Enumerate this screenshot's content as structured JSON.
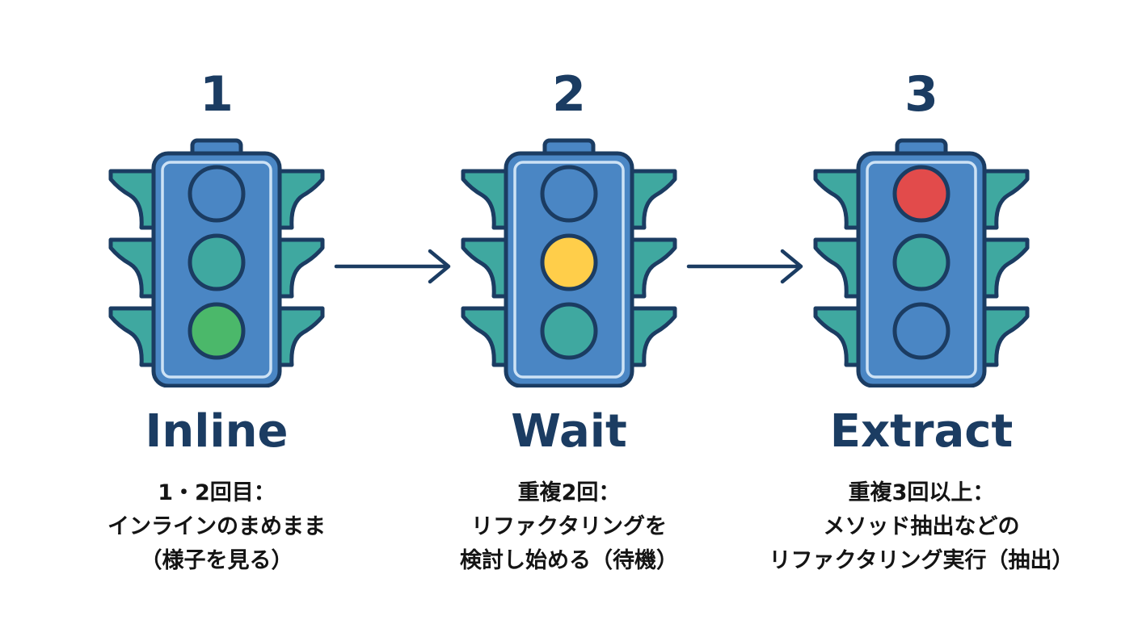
{
  "colors": {
    "housing_fill": "#4a86c4",
    "housing_stroke": "#1b3c62",
    "visor_fill": "#3fa8a0",
    "inner_panel_stroke": "#cde2f5",
    "lamp_off": "#4a86c4",
    "lamp_teal": "#3fa8a0",
    "lamp_green": "#4bb86a",
    "lamp_yellow": "#ffce4a",
    "lamp_red": "#e24b4b",
    "text_dark": "#1b3c62",
    "arrow": "#1b3c62"
  },
  "steps": [
    {
      "number": "1",
      "label": "Inline",
      "lamps": [
        "lamp_off",
        "lamp_teal",
        "lamp_green"
      ],
      "desc": [
        "1・2回目：",
        "インラインのまめまま",
        "（様子を見る）"
      ]
    },
    {
      "number": "2",
      "label": "Wait",
      "lamps": [
        "lamp_off",
        "lamp_yellow",
        "lamp_teal"
      ],
      "desc": [
        "重複2回：",
        "リファクタリングを",
        "検討し始める（待機）"
      ]
    },
    {
      "number": "3",
      "label": "Extract",
      "lamps": [
        "lamp_red",
        "lamp_teal",
        "lamp_off"
      ],
      "desc": [
        "重複3回以上：",
        "メソッド抽出などの",
        "リファクタリング実行（抽出）"
      ]
    }
  ],
  "icons": {
    "traffic_light": "traffic-light-icon",
    "arrow": "arrow-right-icon"
  }
}
